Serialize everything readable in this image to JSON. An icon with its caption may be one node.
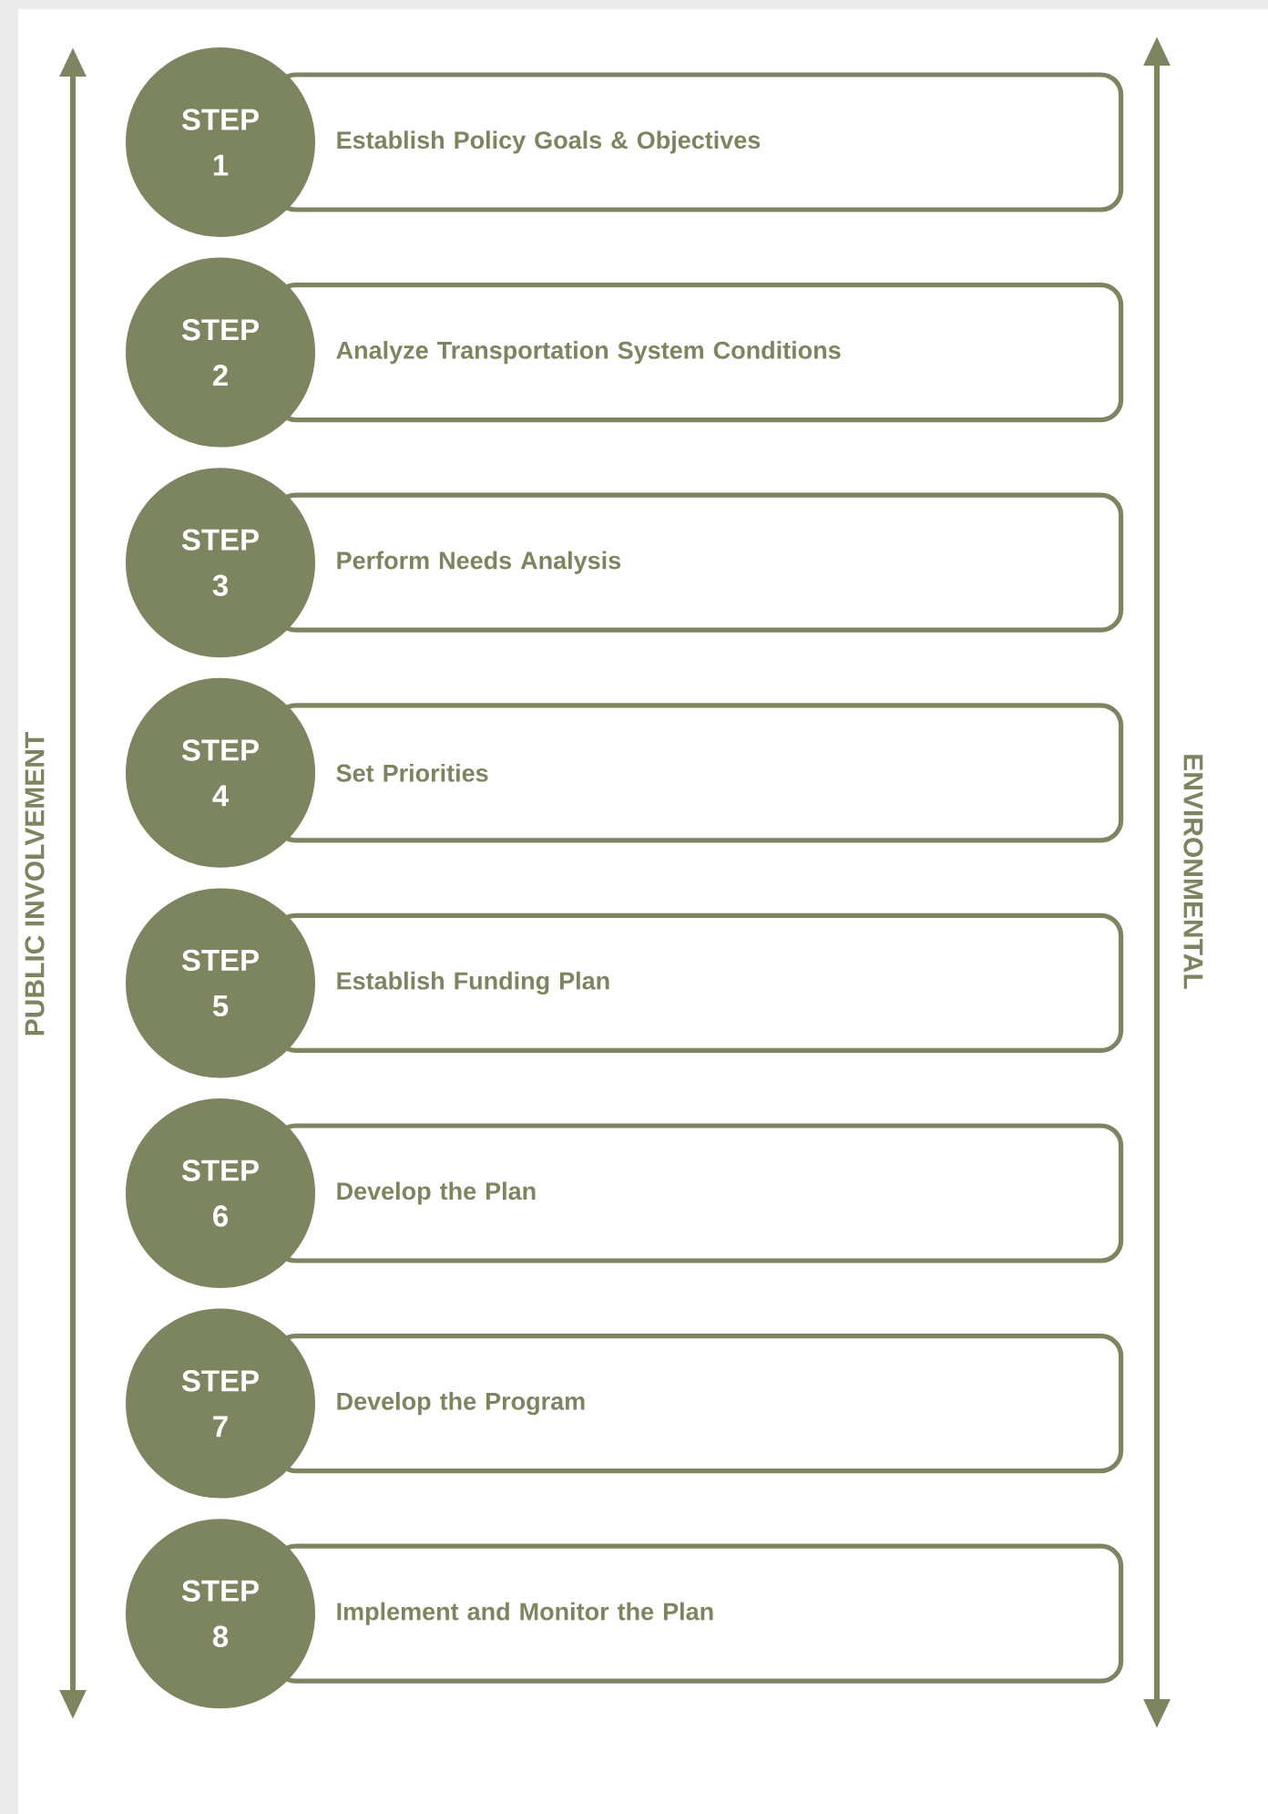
{
  "diagram": {
    "nodes": [
      {
        "text": [
          "STEP 1"
        ]
      },
      {
        "text": [
          "Establish Policy Goals & Objectives"
        ]
      },
      {
        "text": [
          "STEP 2"
        ]
      },
      {
        "text": [
          "Analyze Transportation System Conditions"
        ]
      },
      {
        "text": [
          "STEP 3"
        ]
      },
      {
        "text": [
          "Perform Needs Analysis"
        ]
      },
      {
        "text": [
          "STEP 4"
        ]
      },
      {
        "text": [
          "Set Priorities"
        ]
      },
      {
        "text": [
          "STEP 5"
        ]
      },
      {
        "text": [
          "Establish Funding Plan"
        ]
      },
      {
        "text": [
          "STEP 6"
        ]
      },
      {
        "text": [
          "Develop the Plan"
        ]
      },
      {
        "text": [
          "STEP 7"
        ]
      },
      {
        "text": [
          "Develop the Program"
        ]
      },
      {
        "text": [
          "STEP 8"
        ]
      },
      {
        "text": [
          "Implement and Monitor the Plan"
        ]
      }
    ],
    "labels": [
      "PUBLIC INVOLVEMENT",
      "ENVIRONMENTAL"
    ]
  }
}
